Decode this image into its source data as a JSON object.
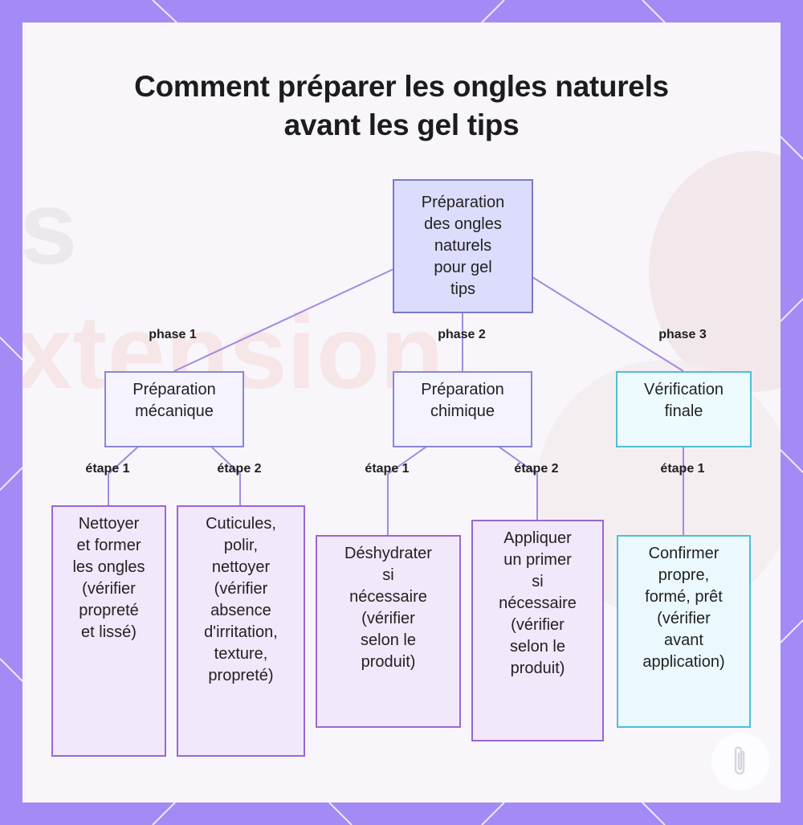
{
  "title": {
    "line1": "Comment préparer les ongles naturels",
    "line2": "avant les gel tips"
  },
  "background_text": {
    "line1": "ls",
    "line2": "xtension"
  },
  "colors": {
    "frame": "#a48af5",
    "panel": "#f8f6fb",
    "edge": "#a48ae0",
    "root_fill": "#dcdcfd",
    "leaf_border": "#9a66d3",
    "cyan_border": "#4dbfd6"
  },
  "diagram": {
    "root": "Préparation\ndes ongles\nnaturels\npour gel\ntips",
    "phases": [
      {
        "edge_label": "phase 1",
        "label": "Préparation\nmécanique",
        "steps": [
          {
            "edge_label": "étape 1",
            "label": "Nettoyer\net former\nles ongles\n(vérifier\npropreté\net lissé)"
          },
          {
            "edge_label": "étape 2",
            "label": "Cuticules,\npolir,\nnettoyer\n(vérifier\nabsence\nd'irritation,\ntexture,\npropreté)"
          }
        ]
      },
      {
        "edge_label": "phase 2",
        "label": "Préparation\nchimique",
        "steps": [
          {
            "edge_label": "étape 1",
            "label": "Déshydrater\nsi\nnécessaire\n(vérifier\nselon le\nproduit)"
          },
          {
            "edge_label": "étape 2",
            "label": "Appliquer\nun primer\nsi\nnécessaire\n(vérifier\nselon le\nproduit)"
          }
        ]
      },
      {
        "edge_label": "phase 3",
        "label": "Vérification\nfinale",
        "steps": [
          {
            "edge_label": "étape 1",
            "label": "Confirmer\npropre,\nformé, prêt\n(vérifier\navant\napplication)"
          }
        ]
      }
    ]
  },
  "icons": {
    "corner_logo": "paperclip-logo-icon"
  }
}
